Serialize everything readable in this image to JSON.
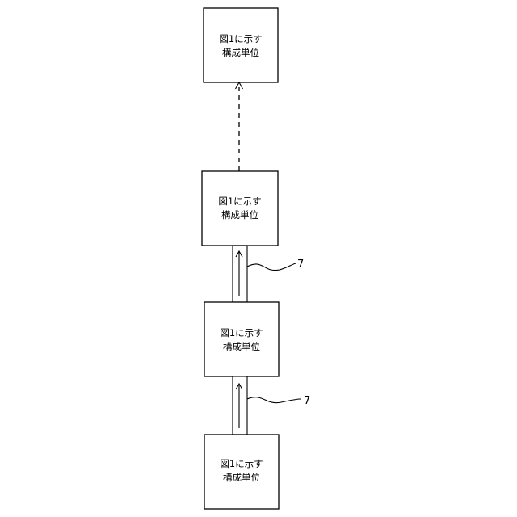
{
  "units": [
    {
      "line1": "図1に示す",
      "line2": "構成単位"
    },
    {
      "line1": "図1に示す",
      "line2": "構成単位"
    },
    {
      "line1": "図1に示す",
      "line2": "構成単位"
    },
    {
      "line1": "図1に示す",
      "line2": "構成単位"
    }
  ],
  "connections": [
    {
      "style": "dashed",
      "arrow": "up"
    },
    {
      "style": "pipe",
      "arrow": "up",
      "ref": "7"
    },
    {
      "style": "pipe",
      "arrow": "up",
      "ref": "7"
    }
  ]
}
